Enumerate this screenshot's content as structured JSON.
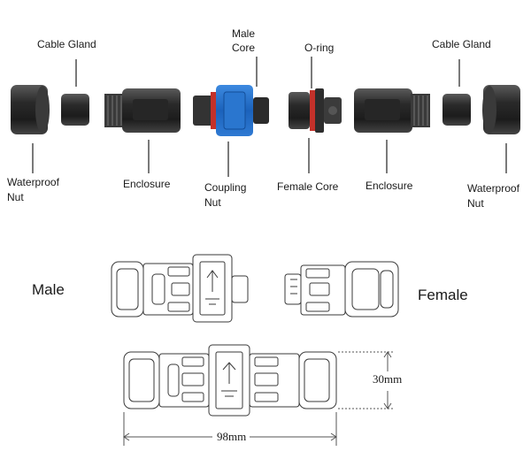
{
  "labels": {
    "cable_gland_left": "Cable Gland",
    "male_core_line1": "Male",
    "male_core_line2": "Core",
    "o_ring": "O-ring",
    "cable_gland_right": "Cable Gland",
    "waterproof_nut_left_line1": "Waterproof",
    "waterproof_nut_left_line2": "Nut",
    "enclosure_left": "Enclosure",
    "coupling_nut_line1": "Coupling",
    "coupling_nut_line2": "Nut",
    "female_core": "Female Core",
    "enclosure_right": "Enclosure",
    "waterproof_nut_right_line1": "Waterproof",
    "waterproof_nut_right_line2": "Nut"
  },
  "drawing": {
    "male_title": "Male",
    "female_title": "Female",
    "height_dimension": "30mm",
    "length_dimension": "98mm"
  },
  "colors": {
    "part_dark": "#2b2b2b",
    "coupling_blue": "#1f6fc9",
    "o_ring_red": "#c4312a",
    "line": "#222222"
  }
}
